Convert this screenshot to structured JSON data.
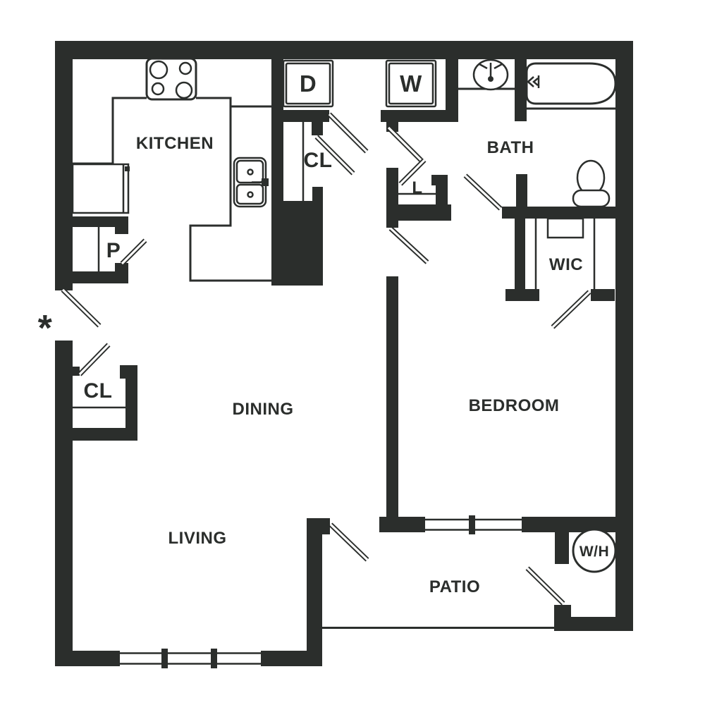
{
  "plan": {
    "colors": {
      "ink": "#2b2e2c",
      "background": "#ffffff"
    },
    "labels": {
      "kitchen": "KITCHEN",
      "bath": "BATH",
      "dining": "DINING",
      "bedroom": "BEDROOM",
      "living": "LIVING",
      "patio": "PATIO",
      "wic": "WIC",
      "closet_hall": "CL",
      "closet_entry": "CL",
      "linen": "L",
      "pantry": "P",
      "dryer": "D",
      "washer": "W",
      "water_heater": "W/H",
      "entry_marker": "*"
    }
  }
}
